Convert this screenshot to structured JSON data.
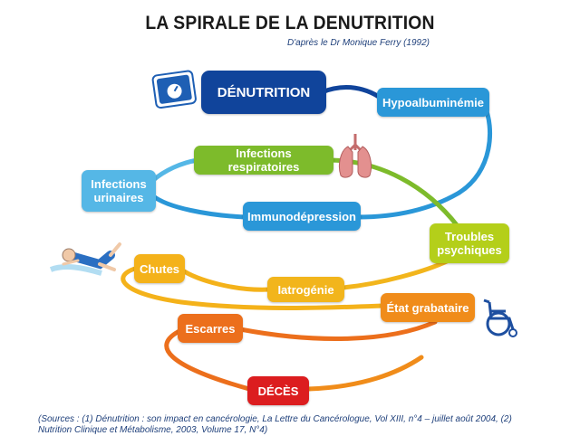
{
  "title": "LA SPIRALE DE LA DENUTRITION",
  "subtitle": "D'après le Dr Monique Ferry (1992)",
  "nodes": {
    "denutrition": "DÉNUTRITION",
    "hypoalbuminemie": "Hypoalbuminémie",
    "infections_respiratoires": "Infections respiratoires",
    "infections_urinaires": "Infections urinaires",
    "immunodepression": "Immunodépression",
    "troubles_psychiques": "Troubles psychiques",
    "chutes": "Chutes",
    "iatrogenie": "Iatrogénie",
    "etat_grabataire": "État grabataire",
    "escarres": "Escarres",
    "deces": "DÉCÈS"
  },
  "icons": {
    "scale": "bathroom-scale-icon",
    "lungs": "lungs-icon",
    "fall": "falling-person-icon",
    "wheelchair": "wheelchair-icon"
  },
  "colors": {
    "dark_blue": "#10449b",
    "blue": "#2a97d8",
    "light_blue": "#55b7e6",
    "green": "#7dbb2b",
    "yellow_green": "#b4cf1a",
    "yellow": "#f4b21a",
    "orange": "#f08c1a",
    "dark_orange": "#ec6f1c",
    "red": "#dc1d1f"
  },
  "sources": "(Sources : (1) Dénutrition : son impact en cancérologie, La Lettre du Cancérologue, Vol XIII, n°4 – juillet août 2004, (2) Nutrition Clinique et Métabolisme, 2003, Volume 17, N°4)"
}
